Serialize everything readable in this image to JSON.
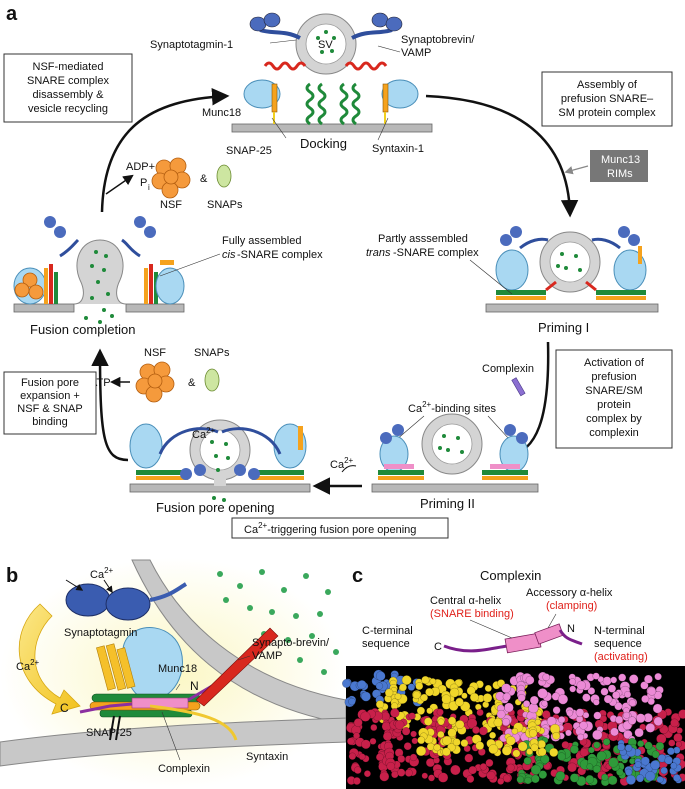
{
  "panels": {
    "a": "a",
    "b": "b",
    "c": "c"
  },
  "panel_a": {
    "labels": {
      "synaptotagmin1": "Synaptotagmin-1",
      "sv": "SV",
      "synaptobrevin_1": "Synaptobrevin/",
      "synaptobrevin_2": "VAMP",
      "munc18": "Munc18",
      "snap25": "SNAP-25",
      "syntaxin1": "Syntaxin-1",
      "docking": "Docking",
      "munc13_1": "Munc13",
      "munc13_2": "RIMs",
      "adp_1": "ADP+",
      "adp_2": "P",
      "adp_sub": "i",
      "nsf": "NSF",
      "ampersand": "&",
      "snaps": "SNAPs",
      "fully_1": "Fully assembled",
      "fully_2_italic": "cis",
      "fully_2_rest": "-SNARE complex",
      "partly_1": "Partly asssembled",
      "partly_2_italic": "trans",
      "partly_2_rest": "-SNARE complex",
      "fusion_completion": "Fusion completion",
      "priming1": "Priming I",
      "atp": "ATP",
      "nsf2": "NSF",
      "snaps2": "SNAPs",
      "complexin": "Complexin",
      "ca_binding_pre": "Ca",
      "ca_binding_sup": "2+",
      "ca_binding_post": "-binding sites",
      "ca_a": "Ca",
      "ca_a_sup": "2+",
      "ca_arrow": "Ca",
      "ca_arrow_sup": "2+",
      "fusion_pore_opening": "Fusion pore opening",
      "priming2": "Priming II"
    },
    "boxes": {
      "nsf_box": [
        "NSF-mediated",
        "SNARE complex",
        "disassembly &",
        "vesicle recycling"
      ],
      "assembly_box": [
        "Assembly of",
        "prefusion SNARE–",
        "SM protein complex"
      ],
      "fusion_pore_box": [
        "Fusion pore",
        "expansion +",
        "NSF & SNAP",
        "binding"
      ],
      "activation_box": [
        "Activation of",
        "prefusion",
        "SNARE/SM",
        "protein",
        "complex by",
        "complexin"
      ],
      "ca_trigger_pre": "Ca",
      "ca_trigger_sup": "2+",
      "ca_trigger_post": "-triggering fusion pore opening"
    }
  },
  "panel_b": {
    "ca_top": "Ca",
    "ca_top_sup": "2+",
    "ca_left": "Ca",
    "ca_left_sup": "2+",
    "synaptotagmin": "Synaptotagmin",
    "munc18": "Munc18",
    "synaptobrevin_1": "Synapto-brevin/",
    "synaptobrevin_2": "VAMP",
    "n_term": "N",
    "c_term": "C",
    "snap25": "SNAP-25",
    "syntaxin": "Syntaxin",
    "complexin": "Complexin"
  },
  "panel_c": {
    "title": "Complexin",
    "central_1": "Central α-helix",
    "central_2": "(SNARE binding)",
    "accessory_1": "Accessory α-helix",
    "accessory_2": "(clamping)",
    "cterm_1": "C-terminal",
    "cterm_2": "sequence",
    "c": "C",
    "n": "N",
    "nterm_1": "N-terminal",
    "nterm_2": "sequence",
    "nterm_3": "(activating)"
  },
  "colors": {
    "vesicle": "#d4d4d4",
    "membrane": "#b8b8b8",
    "munc18": "#a9d8f2",
    "synaptobrevin": "#d8281e",
    "syntaxin": "#f5a21d",
    "snap25": "#1f8a3a",
    "synaptotagmin": "#2f4e9c",
    "nsf": "#f59a3c",
    "snap": "#cde6a1",
    "complexin": "#ef8fc8",
    "accent_red": "#e0201a"
  }
}
